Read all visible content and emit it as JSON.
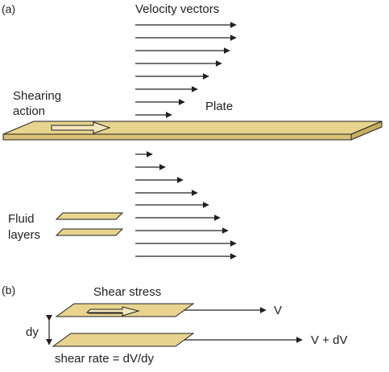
{
  "panel_a": {
    "label": "(a)",
    "velocity_label": "Velocity vectors",
    "shearing_label_line1": "Shearing",
    "shearing_label_line2": "action",
    "plate_label": "Plate",
    "fluid_label_line1": "Fluid",
    "fluid_label_line2": "layers"
  },
  "panel_b": {
    "label": "(b)",
    "shear_stress_label": "Shear stress",
    "v_label": "V",
    "v_dv_label": "V + dV",
    "dy_label": "dy",
    "shear_rate_label": "shear rate = dV/dy"
  },
  "colors": {
    "plate_fill": "#E8D48E",
    "outline": "#222222",
    "arrow_fill": "#F2E7BC"
  }
}
